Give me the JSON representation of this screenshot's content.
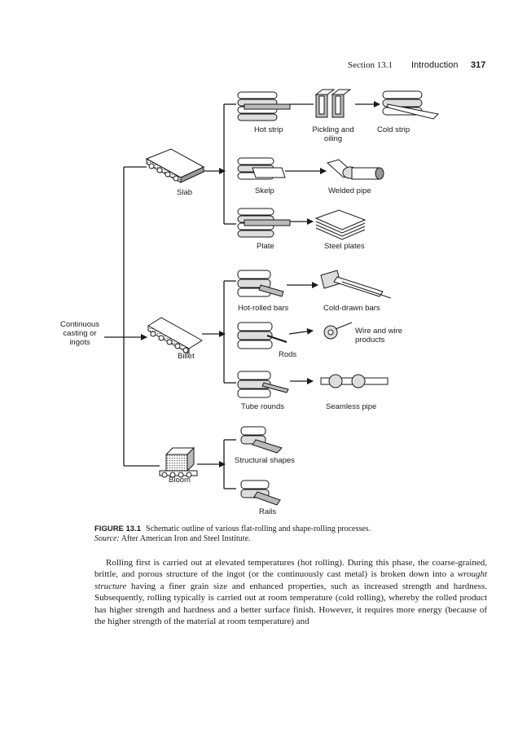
{
  "header": {
    "section": "Section 13.1",
    "title": "Introduction",
    "page": "317"
  },
  "diagram": {
    "start": [
      "Continuous",
      "casting or",
      "ingots"
    ],
    "slab": "Slab",
    "billet": "Billet",
    "bloom": "Bloom",
    "hot_strip": "Hot strip",
    "pickling": [
      "Pickling and",
      "oiling"
    ],
    "cold_strip": "Cold strip",
    "skelp": "Skelp",
    "welded_pipe": "Welded pipe",
    "plate": "Plate",
    "steel_plates": "Steel plates",
    "hot_rolled_bars": "Hot-rolled bars",
    "cold_drawn_bars": "Cold-drawn bars",
    "rods": "Rods",
    "wire": [
      "Wire and wire",
      "products"
    ],
    "tube_rounds": "Tube rounds",
    "seamless_pipe": "Seamless pipe",
    "structural_shapes": "Structural shapes",
    "rails": "Rails"
  },
  "caption": {
    "label": "FIGURE 13.1",
    "text": "Schematic outline of various flat-rolling and shape-rolling processes.",
    "source_label": "Source:",
    "source_text": "After American Iron and Steel Institute."
  },
  "body": {
    "p1": "Rolling first is carried out at elevated temperatures (hot rolling). During this phase, the coarse-grained, brittle, and porous structure of the ingot (or the continuously cast metal) is broken down into a",
    "p1_em": "wrought structure",
    "p2": "having a finer grain size and enhanced properties, such as increased strength and hardness. Subsequently, rolling typically is carried out at room temperature (cold rolling), whereby the rolled product has higher strength and hardness and a better surface finish. However, it requires more energy (because of the higher strength of the material at room temperature) and"
  }
}
